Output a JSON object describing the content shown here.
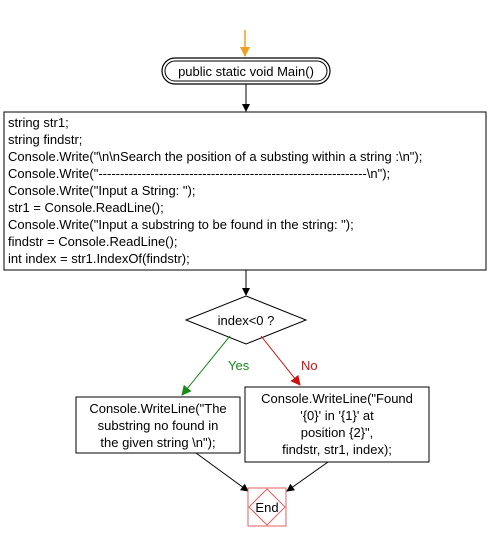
{
  "start": {
    "label": "public static void Main()"
  },
  "process": {
    "lines": [
      "string str1;",
      "string findstr;",
      "Console.Write(\"\\n\\nSearch the position of a substing within a string :\\n\");",
      "Console.Write(\"--------------------------------------------------------------\\n\");",
      "Console.Write(\"Input a String: \");",
      "str1 = Console.ReadLine();",
      "Console.Write(\"Input a substring to be found in the string: \");",
      "findstr = Console.ReadLine();",
      "int index = str1.IndexOf(findstr);"
    ]
  },
  "decision": {
    "label": "index<0 ?",
    "yes_label": "Yes",
    "no_label": "No"
  },
  "yes_box": {
    "lines": [
      "Console.WriteLine(\"The",
      "substring no found  in",
      "the given string \\n\");"
    ]
  },
  "no_box": {
    "lines": [
      "Console.WriteLine(\"Found",
      "'{0}' in '{1}' at",
      "position {2}\",",
      "findstr, str1, index);"
    ]
  },
  "end": {
    "label": "End"
  },
  "colors": {
    "start_arrow": "#f0a020",
    "yes_arrow": "#1a8a1a",
    "no_arrow": "#d01010",
    "end_border": "#e06060"
  }
}
